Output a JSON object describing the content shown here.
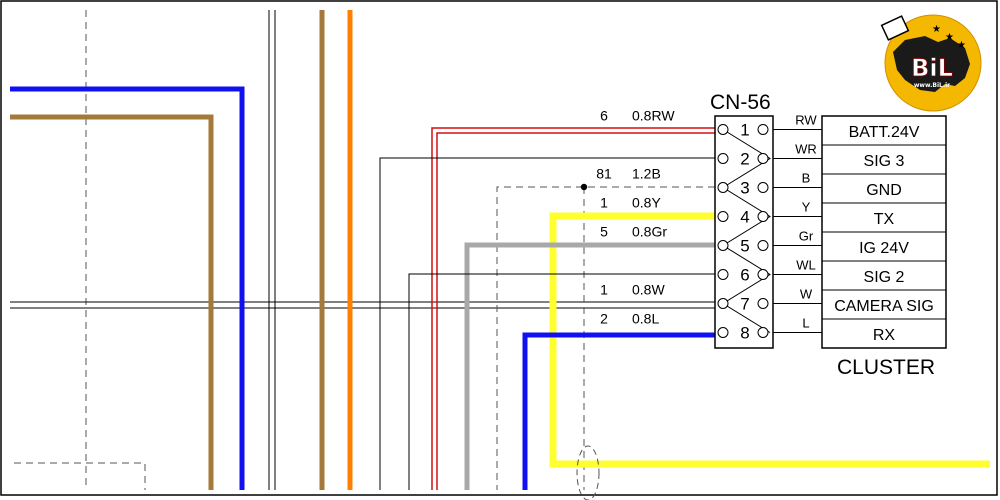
{
  "connector": {
    "name": "CN-56",
    "pins": [
      {
        "num": "1",
        "circuit": "6",
        "wire": "0.8RW",
        "code": "RW",
        "signal": "BATT.24V"
      },
      {
        "num": "2",
        "circuit": "",
        "wire": "",
        "code": "WR",
        "signal": "SIG 3"
      },
      {
        "num": "3",
        "circuit": "81",
        "wire": "1.2B",
        "code": "B",
        "signal": "GND"
      },
      {
        "num": "4",
        "circuit": "1",
        "wire": "0.8Y",
        "code": "Y",
        "signal": "TX"
      },
      {
        "num": "5",
        "circuit": "5",
        "wire": "0.8Gr",
        "code": "Gr",
        "signal": "IG 24V"
      },
      {
        "num": "6",
        "circuit": "",
        "wire": "",
        "code": "WL",
        "signal": "SIG 2"
      },
      {
        "num": "7",
        "circuit": "1",
        "wire": "0.8W",
        "code": "W",
        "signal": "CAMERA SIG"
      },
      {
        "num": "8",
        "circuit": "2",
        "wire": "0.8L",
        "code": "L",
        "signal": "RX"
      }
    ]
  },
  "cluster": {
    "label": "CLUSTER"
  },
  "logo": {
    "text": "BiL",
    "url": "www.BiL.ir"
  },
  "colors": {
    "blue": "#1010f0",
    "brown": "#a47a3a",
    "orange": "#ff8000",
    "red": "#d01010",
    "yellow": "#ffff30",
    "gray": "#a8a8a8",
    "logo": "#f5b800"
  }
}
